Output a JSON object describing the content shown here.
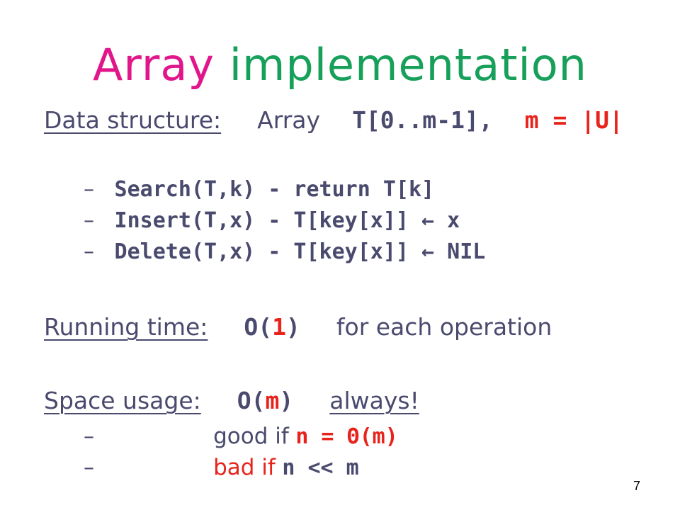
{
  "title": {
    "part1": "Array",
    "part2": "implementation"
  },
  "data_structure": {
    "label": "Data structure:",
    "text": "Array",
    "code": "T[0..m-1],",
    "code_red": "m = |U|"
  },
  "operations": [
    {
      "dash": "–",
      "text": "Search(T,k) - return T[k]"
    },
    {
      "dash": "–",
      "text": "Insert(T,x) - T[key[x]] ← x"
    },
    {
      "dash": "–",
      "text": "Delete(T,x) - T[key[x]] ← NIL"
    }
  ],
  "running_time": {
    "label": "Running time:",
    "big_o": "O(",
    "arg": "1",
    "close": ")",
    "text": "for each operation"
  },
  "space_usage": {
    "label": "Space usage:",
    "big_o": "O(",
    "arg": "m",
    "close": ")",
    "text": "always!"
  },
  "cases": [
    {
      "dash": "–",
      "word": "good if",
      "expr": "n = Θ(m)"
    },
    {
      "dash": "–",
      "word": "bad if",
      "expr": "n << m"
    }
  ],
  "page_number": "7"
}
